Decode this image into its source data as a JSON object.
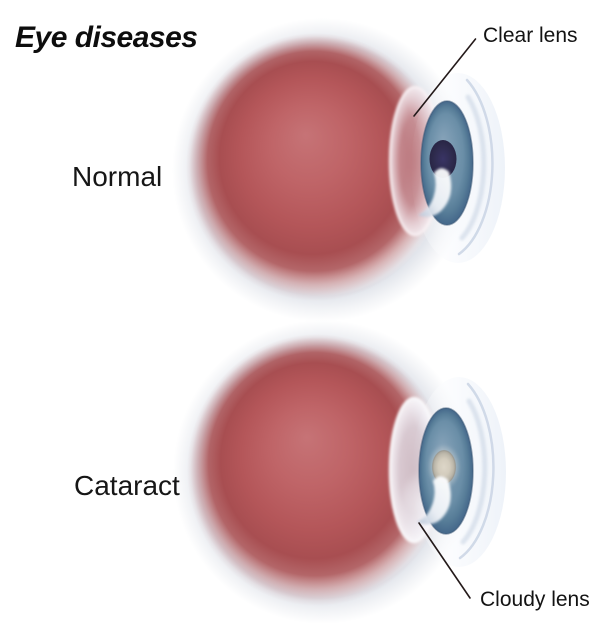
{
  "title": "Eye diseases",
  "eyes": {
    "normal": {
      "condition_label": "Normal",
      "lens_annotation": "Clear lens"
    },
    "cataract": {
      "condition_label": "Cataract",
      "lens_annotation": "Cloudy lens"
    }
  },
  "colors": {
    "background": "#ffffff",
    "sclera_red_center": "#c67376",
    "sclera_red_edge": "#a84e51",
    "halo_gray": "#bac1d0",
    "iris_blue_mid": "#6d90aa",
    "iris_blue_rim": "#44678a",
    "pupil_navy": "#2e2b4d",
    "clear_lens_pink": "#d6b0b8",
    "cloudy_lens_white": "#e0ddE6",
    "cataract_center": "#d6cfc0",
    "cataract_rim": "#a7a398",
    "cornea_edge_blue": "#ccd6e6",
    "annotation_line": "#241a1a",
    "text": "#131313"
  }
}
